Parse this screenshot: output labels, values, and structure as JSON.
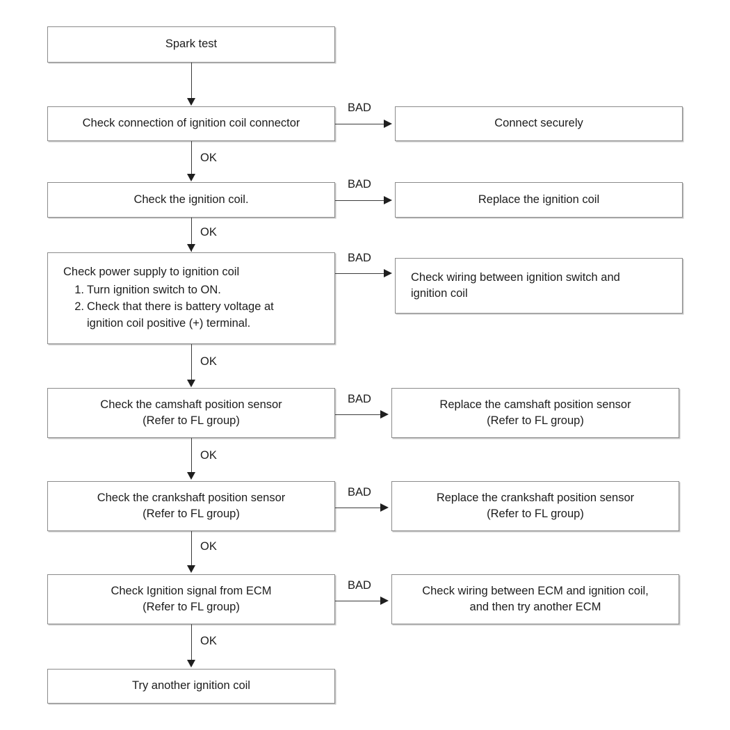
{
  "diagram": {
    "title": "Spark test troubleshooting flowchart",
    "colors": {
      "box_border": "#8a8a8a",
      "line": "#3a3a3a",
      "arrow": "#1f1f1f",
      "background": "#ffffff",
      "text": "#1c1c1c"
    },
    "nodes": {
      "spark_test": "Spark test",
      "check_connector": "Check connection of ignition coil connector",
      "connect_securely": "Connect securely",
      "check_coil": "Check the ignition coil.",
      "replace_coil": "Replace the ignition coil",
      "power_supply_head": "Check power supply to ignition coil",
      "power_supply_step1_num": "1.",
      "power_supply_step1": "Turn ignition switch to ON.",
      "power_supply_step2_num": "2.",
      "power_supply_step2": "Check that there is battery voltage at\nignition coil positive (+) terminal.",
      "check_wiring_switch": "Check wiring between ignition switch and\nignition coil",
      "check_cam_sensor": "Check the camshaft position sensor\n(Refer to FL group)",
      "replace_cam_sensor": "Replace the camshaft position sensor\n(Refer to FL group)",
      "check_crank_sensor": "Check the crankshaft position sensor\n(Refer to FL group)",
      "replace_crank_sensor": "Replace the crankshaft position sensor\n(Refer to FL group)",
      "check_ecm_signal": "Check Ignition signal from ECM\n(Refer to FL group)",
      "check_wiring_ecm": "Check wiring between ECM and ignition coil,\nand then try another ECM",
      "try_another_coil": "Try another ignition coil"
    },
    "edge_labels": {
      "bad_1": "BAD",
      "bad_2": "BAD",
      "bad_3": "BAD",
      "bad_4": "BAD",
      "bad_5": "BAD",
      "bad_6": "BAD",
      "ok_1": "OK",
      "ok_2": "OK",
      "ok_3": "OK",
      "ok_4": "OK",
      "ok_5": "OK",
      "ok_6": "OK"
    }
  }
}
